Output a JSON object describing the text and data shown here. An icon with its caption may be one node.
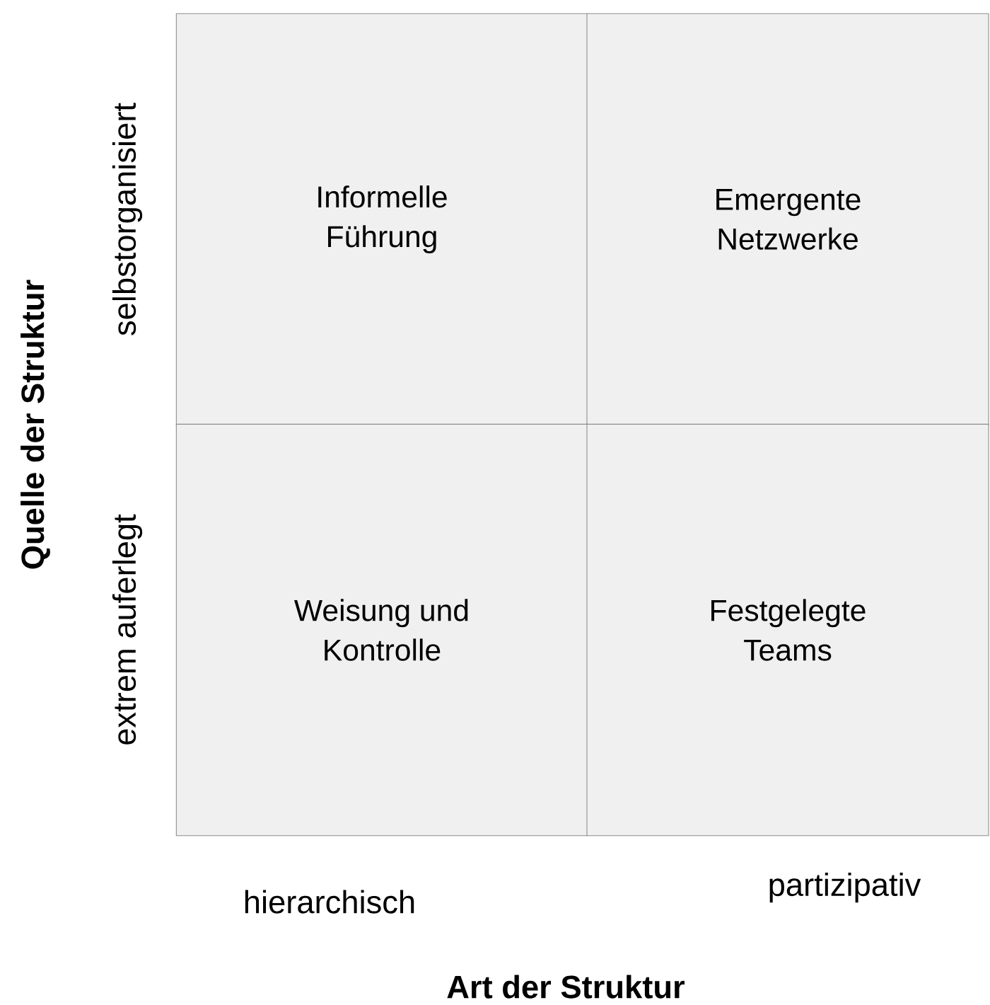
{
  "diagram": {
    "nodes": [
      {
        "text": [
          "Informelle Führung"
        ]
      },
      {
        "text": [
          "Emergente Netzwerke"
        ]
      },
      {
        "text": [
          "Weisung und Kontrolle"
        ]
      },
      {
        "text": [
          "Festgelegte Teams"
        ]
      }
    ],
    "labels": [
      "Quelle der Struktur",
      "selbstorganisiert",
      "extrem auferlegt",
      "hierarchisch",
      "partizipativ",
      "Art der Struktur"
    ]
  }
}
